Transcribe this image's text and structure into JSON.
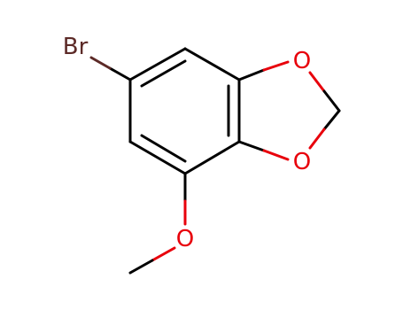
{
  "atoms": {
    "bromine": {
      "label": "Br",
      "color": "#5c2a27"
    },
    "oxygen_dioxole_top": {
      "label": "O",
      "color": "#e8000b"
    },
    "oxygen_dioxole_bottom": {
      "label": "O",
      "color": "#e8000b"
    },
    "oxygen_methoxy": {
      "label": "O",
      "color": "#e8000b"
    }
  },
  "colors": {
    "bond": "#000000",
    "background": "#ffffff"
  }
}
